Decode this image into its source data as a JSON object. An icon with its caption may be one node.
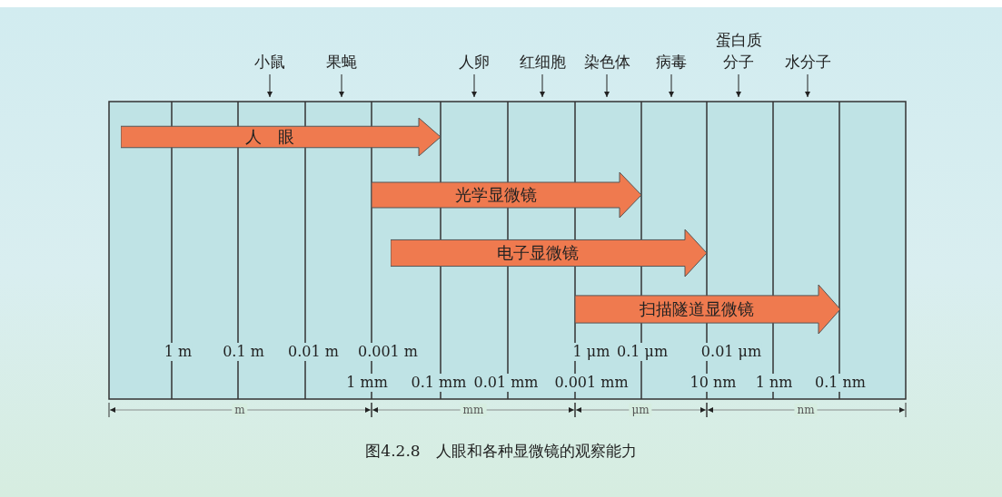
{
  "diagram": {
    "caption": "图4.2.8　人眼和各种显微镜的观察能力",
    "nodes": [
      {
        "text": [
          "小鼠"
        ]
      },
      {
        "text": [
          "果蝇"
        ]
      },
      {
        "text": [
          "人卵"
        ]
      },
      {
        "text": [
          "红细胞"
        ]
      },
      {
        "text": [
          "染色体"
        ]
      },
      {
        "text": [
          "病毒"
        ]
      },
      {
        "text": [
          "蛋白质分子"
        ]
      },
      {
        "text": [
          "水分子"
        ]
      },
      {
        "text": [
          "人　眼"
        ]
      },
      {
        "text": [
          "光学显微镜"
        ]
      },
      {
        "text": [
          "电子显微镜"
        ]
      },
      {
        "text": [
          "扫描隧道显微镜"
        ]
      }
    ],
    "edges": [
      {
        "from": 0,
        "to": null,
        "arrow": "to"
      },
      {
        "from": 1,
        "to": null,
        "arrow": "to"
      },
      {
        "from": 2,
        "to": null,
        "arrow": "to"
      },
      {
        "from": 3,
        "to": null,
        "arrow": "to"
      },
      {
        "from": 4,
        "to": null,
        "arrow": "to"
      },
      {
        "from": 5,
        "to": null,
        "arrow": "to"
      },
      {
        "from": 6,
        "to": null,
        "arrow": "to"
      },
      {
        "from": 7,
        "to": null,
        "arrow": "to"
      }
    ],
    "labels": [
      "1 m",
      "0.1 m",
      "0.01 m",
      "0.001 m",
      "1 μm",
      "0.1 μm",
      "0.01 μm",
      "1 mm",
      "0.1 mm",
      "0.01 mm",
      "0.001 mm",
      "10 nm",
      "1 nm",
      "0.1 nm",
      "m",
      "mm",
      "μm",
      "nm"
    ]
  }
}
